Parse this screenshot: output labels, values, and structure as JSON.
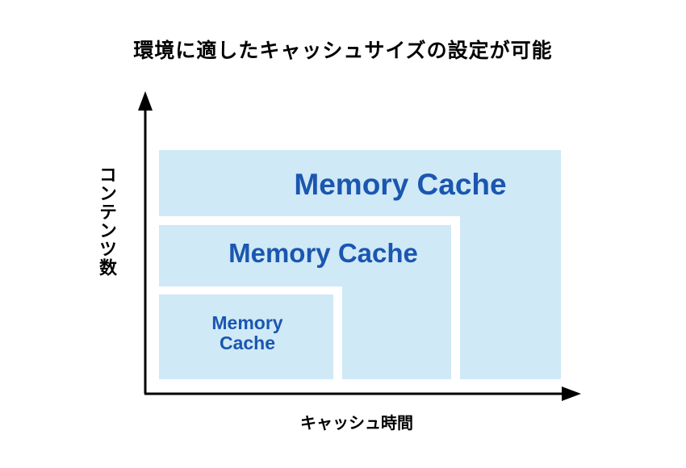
{
  "title": "環境に適したキャッシュサイズの設定が可能",
  "y_axis_label": "コンテンツ数",
  "x_axis_label": "キャッシュ時間",
  "caches": {
    "large": {
      "label": "Memory Cache"
    },
    "medium": {
      "label": "Memory Cache"
    },
    "small": {
      "label_line1": "Memory",
      "label_line2": "Cache"
    }
  },
  "colors": {
    "box_fill": "#cfe9f6",
    "label_text": "#1b56b0",
    "axis": "#000000"
  }
}
